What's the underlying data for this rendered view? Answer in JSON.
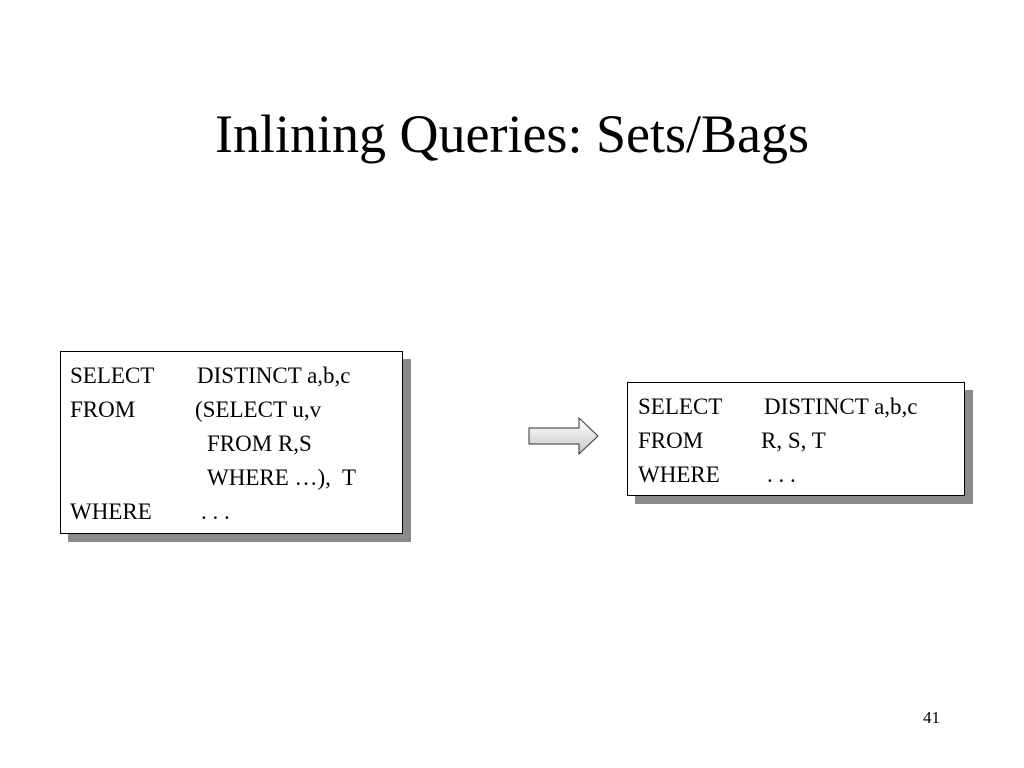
{
  "slide": {
    "title": "Inlining Queries: Sets/Bags",
    "page_number": "41"
  },
  "left_query": {
    "select_keyword": "SELECT",
    "select_clause": "DISTINCT a,b,c",
    "from_keyword": "FROM",
    "from_clause": "(SELECT u,v",
    "inner_from": "FROM R,S",
    "inner_where": "WHERE …),  T",
    "where_keyword": "WHERE",
    "where_clause": ". . ."
  },
  "right_query": {
    "select_keyword": "SELECT",
    "select_clause": "DISTINCT a,b,c",
    "from_keyword": "FROM",
    "from_clause": "R, S, T",
    "where_keyword": "WHERE",
    "where_clause": ". . ."
  },
  "icons": {
    "arrow": "right-arrow-icon"
  },
  "colors": {
    "shadow": "#8a8a8a",
    "arrow_fill_light": "#ffffff",
    "arrow_fill_dark": "#c8c8c8"
  }
}
